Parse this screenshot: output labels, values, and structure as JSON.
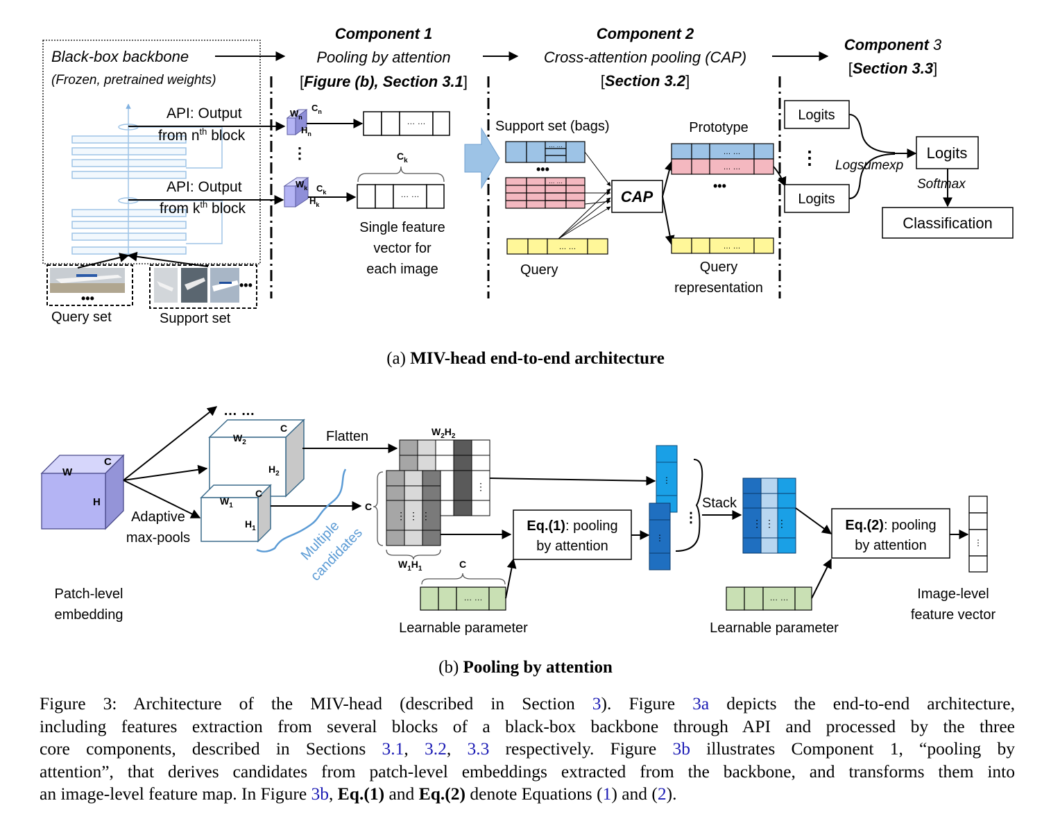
{
  "fig_a": {
    "backbone_title": "Black-box backbone",
    "backbone_subtitle": "(Frozen, pretrained weights)",
    "api_n_1": "API: Output",
    "api_n_2": "from n",
    "api_n_sup": "th",
    "api_n_3": " block",
    "api_k_1": "API: Output",
    "api_k_2": "from k",
    "api_k_sup": "th",
    "api_k_3": " block",
    "query_set": "Query set",
    "support_set": "Support set",
    "ellipsis": "•••",
    "comp1_title": "Component 1",
    "comp1_sub": "Pooling by attention",
    "comp1_ref_open": "[",
    "comp1_ref": "Figure (b), Section 3.1",
    "comp1_ref_close": "]",
    "comp2_title": "Component 2",
    "comp2_sub": "Cross-attention pooling (CAP)",
    "comp2_ref": "Section 3.2",
    "comp3_title": "Component",
    "comp3_num": " 3",
    "comp3_ref": "Section 3.3",
    "cube_wn": "W",
    "cube_wn_sub": "n",
    "cube_cn": "C",
    "cube_cn_sub": "n",
    "cube_hn": "H",
    "cube_hn_sub": "n",
    "cube_wk": "W",
    "cube_wk_sub": "k",
    "cube_ck": "C",
    "cube_ck_sub": "k",
    "cube_hk": "H",
    "cube_hk_sub": "k",
    "ck_label": "C",
    "ck_label_sub": "k",
    "cell_dots": "… …",
    "single_1": "Single feature",
    "single_2": "vector for",
    "single_3": "each image",
    "support_bags": "Support set (bags)",
    "query": "Query",
    "cap": "CAP",
    "prototype": "Prototype",
    "query_rep_1": "Query",
    "query_rep_2": "representation",
    "logits_top": "Logits",
    "logits_bottom": "Logits",
    "logits_out": "Logits",
    "logsumexp": "Logsumexp",
    "softmax": "Softmax",
    "classification": "Classification",
    "caption_prefix": "(a) ",
    "caption_bold": "MIV-head end-to-end architecture"
  },
  "fig_b": {
    "cube_w": "W",
    "cube_c": "C",
    "cube_h": "H",
    "patch_1": "Patch-level",
    "patch_2": "embedding",
    "adaptive_1": "Adaptive",
    "adaptive_2": "max-pools",
    "b2_w": "W",
    "b2_w_sub": "2",
    "b2_c": "C",
    "b2_h": "H",
    "b2_h_sub": "2",
    "b1_w": "W",
    "b1_w_sub": "1",
    "b1_c": "C",
    "b1_h": "H",
    "b1_h_sub": "1",
    "flatten": "Flatten",
    "w2h2": "W",
    "w2h2_a": "2",
    "w2h2_b": "H",
    "w2h2_c": "2",
    "w1h1": "W",
    "w1h1_a": "1",
    "w1h1_b": "H",
    "w1h1_c": "1",
    "c_left": "C",
    "multiple_1": "Multiple",
    "multiple_2": "candidates",
    "c_top": "C",
    "cell_dots": "… …",
    "learnable_1": "Learnable parameter",
    "learnable_2": "Learnable parameter",
    "eq1_bold": "Eq.(1)",
    "eq1_rest": ": pooling",
    "eq1_line2": "by attention",
    "eq2_bold": "Eq.(2)",
    "eq2_rest": ": pooling",
    "eq2_line2": "by attention",
    "stack": "Stack",
    "image_1": "Image-level",
    "image_2": "feature vector",
    "caption_prefix": "(b) ",
    "caption_bold": "Pooling by attention"
  },
  "caption": {
    "l1_a": "Figure 3:  Architecture of the MIV-head (described in Section ",
    "l1_r1": "3",
    "l1_b": ").  Figure ",
    "l1_r2": "3a",
    "l1_c": " depicts the end-to-end architecture,",
    "l2": "including features extraction from several blocks of a black-box backbone through API and processed by the three",
    "l3_a": "core components, described in Sections ",
    "l3_r1": "3.1",
    "l3_s1": ", ",
    "l3_r2": "3.2",
    "l3_s2": ", ",
    "l3_r3": "3.3",
    "l3_b": " respectively.  Figure ",
    "l3_r4": "3b",
    "l3_c": " illustrates Component 1, “pooling by",
    "l4": "attention”, that derives candidates from patch-level embeddings extracted from the backbone, and transforms them into",
    "l5_a": "an image-level feature map. In Figure ",
    "l5_r1": "3b",
    "l5_s1": ", ",
    "l5_b1": "Eq.(1)",
    "l5_s2": " and ",
    "l5_b2": "Eq.(2)",
    "l5_s3": " denote Equations (",
    "l5_r2": "1",
    "l5_s4": ") and (",
    "l5_r3": "2",
    "l5_s5": ")."
  },
  "colors": {
    "blue_cell": "#9dc3e6",
    "pink_cell": "#f4b8c0",
    "yellow_cell": "#fff799",
    "green_cell": "#c9e0b4",
    "cube_face": "#b4b4f4",
    "dark_blue": "#1f6fc0",
    "mid_blue": "#1aa0e6",
    "light_blue": "#b8d6f0",
    "annotation_blue": "#5b9bd5"
  }
}
